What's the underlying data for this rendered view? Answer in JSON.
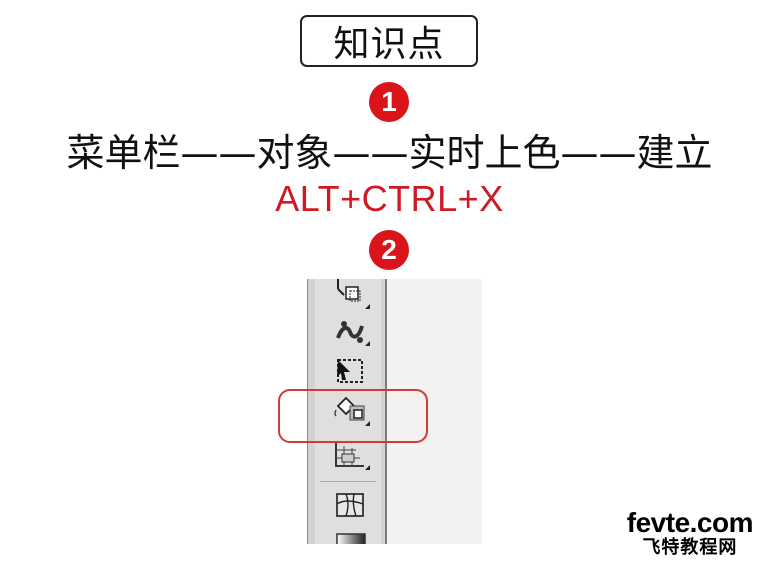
{
  "title": "知识点",
  "steps": [
    "1",
    "2"
  ],
  "menu_path": "菜单栏——对象——实时上色——建立",
  "shortcut": "ALT+CTRL+X",
  "toolbar": {
    "tools": [
      "scale-tool-icon",
      "warp-tool-icon",
      "free-transform-tool-icon",
      "live-paint-bucket-tool-icon",
      "perspective-grid-tool-icon",
      "symbol-sprayer-tool-icon",
      "gradient-tool-icon"
    ]
  },
  "colors": {
    "accent": "#d9141b",
    "highlight": "#d23a3a"
  },
  "watermark": {
    "line1": "fevte.com",
    "line2": "飞特教程网"
  }
}
